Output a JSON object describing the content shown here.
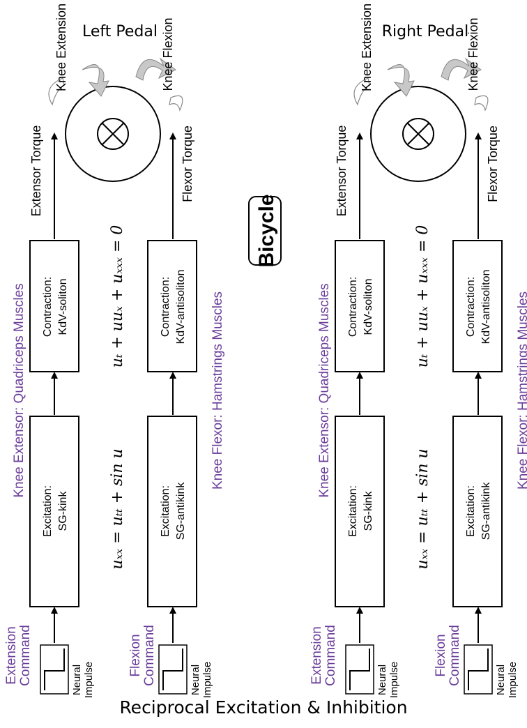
{
  "title": "Reciprocal Excitation & Inhibition",
  "center_label": "Bicycle",
  "colors": {
    "accent": "#6a3d9a",
    "line": "#000000",
    "arrow_fill": "#c8c8c8"
  },
  "panels": [
    {
      "pedal_label": "Left Pedal",
      "extension_command": [
        "Extension",
        "Command"
      ],
      "flexion_command": [
        "Flexion",
        "Command"
      ],
      "neural_impulse": [
        "Neural",
        "Impulse"
      ],
      "knee_extensor_prefix": "Knee Extensor:",
      "knee_extensor_muscle": "Quadriceps Muscles",
      "knee_flexor_prefix": "Knee Flexor:",
      "knee_flexor_muscle": "Hamstrings Muscles",
      "excitation_extensor": [
        "Excitation:",
        "SG-kink"
      ],
      "excitation_flexor": [
        "Excitation:",
        "SG-antikink"
      ],
      "contraction_extensor": [
        "Contraction:",
        "KdV-soliton"
      ],
      "contraction_flexor": [
        "Contraction:",
        "KdV-antisoliton"
      ],
      "extensor_torque": "Extensor Torque",
      "flexor_torque": "Flexor Torque",
      "knee_extension": "Knee Extension",
      "knee_flexion": "Knee Flexion",
      "sg_equation": "uₓₓ = uₜₜ + sin u",
      "kdv_equation": "uₜ + uuₓ + uₓₓₓ = 0"
    },
    {
      "pedal_label": "Right Pedal",
      "extension_command": [
        "Extension",
        "Command"
      ],
      "flexion_command": [
        "Flexion",
        "Command"
      ],
      "neural_impulse": [
        "Neural",
        "Impulse"
      ],
      "knee_extensor_prefix": "Knee Extensor:",
      "knee_extensor_muscle": "Quadriceps Muscles",
      "knee_flexor_prefix": "Knee Flexor:",
      "knee_flexor_muscle": "Hamstrings Muscles",
      "excitation_extensor": [
        "Excitation:",
        "SG-kink"
      ],
      "excitation_flexor": [
        "Excitation:",
        "SG-antikink"
      ],
      "contraction_extensor": [
        "Contraction:",
        "KdV-soliton"
      ],
      "contraction_flexor": [
        "Contraction:",
        "KdV-antisoliton"
      ],
      "extensor_torque": "Extensor Torque",
      "flexor_torque": "Flexor Torque",
      "knee_extension": "Knee Extension",
      "knee_flexion": "Knee Flexion",
      "sg_equation": "uₓₓ = uₜₜ + sin u",
      "kdv_equation": "uₜ + uuₓ + uₓₓₓ = 0"
    }
  ]
}
